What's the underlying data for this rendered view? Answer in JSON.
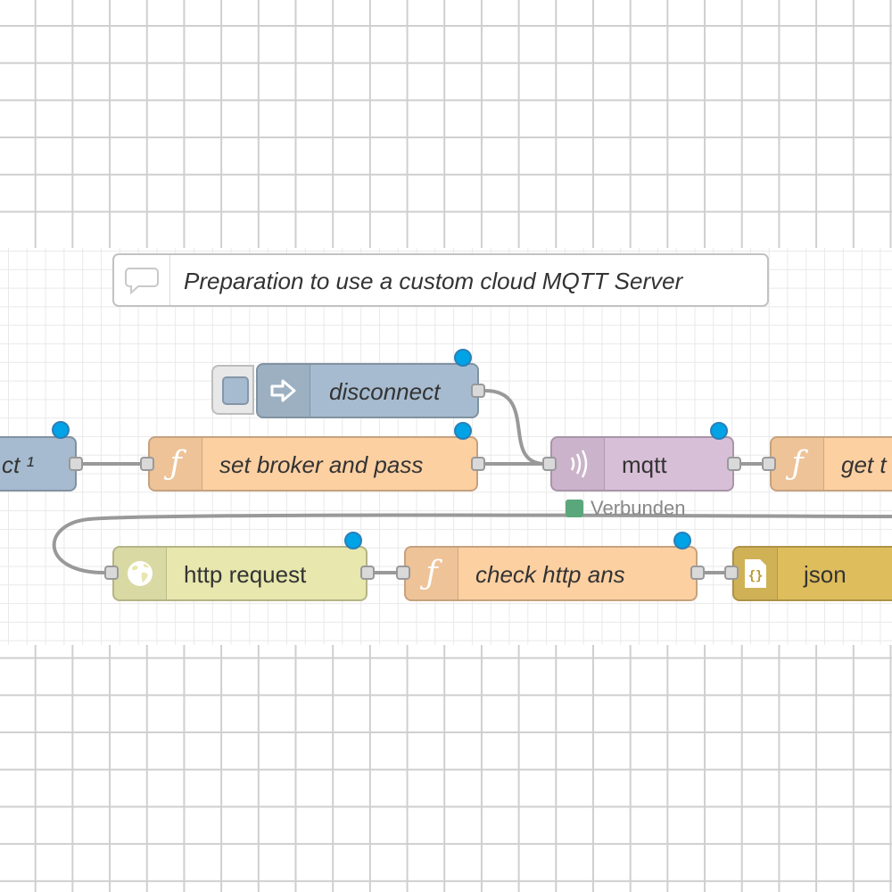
{
  "comment": {
    "text": "Preparation to use a custom cloud MQTT Server",
    "icon": "comment-icon"
  },
  "nodes": {
    "connect": {
      "label": "ct ¹",
      "color": "#a6bbcf",
      "icon": "none"
    },
    "disconnect": {
      "label": "disconnect",
      "color": "#a6bbcf",
      "icon": "arrow-right-icon"
    },
    "set_broker": {
      "label": "set broker and pass",
      "color": "#fdd0a2",
      "icon": "function-icon"
    },
    "mqtt": {
      "label": "mqtt",
      "color": "#d8bfd8",
      "icon": "bridge-icon",
      "status": {
        "text": "Verbunden",
        "color": "#5aa77c"
      }
    },
    "get_t": {
      "label": "get t",
      "color": "#fdd0a2",
      "icon": "function-icon"
    },
    "http_request": {
      "label": "http request",
      "color": "#e7e7ae",
      "icon": "globe-icon"
    },
    "check_http_ans": {
      "label": "check http ans",
      "color": "#fdd0a2",
      "icon": "function-icon"
    },
    "json": {
      "label": "json",
      "color": "#debd5c",
      "icon": "json-icon"
    }
  },
  "colors": {
    "changed_indicator": "#00a3e6",
    "wire": "#999999"
  }
}
